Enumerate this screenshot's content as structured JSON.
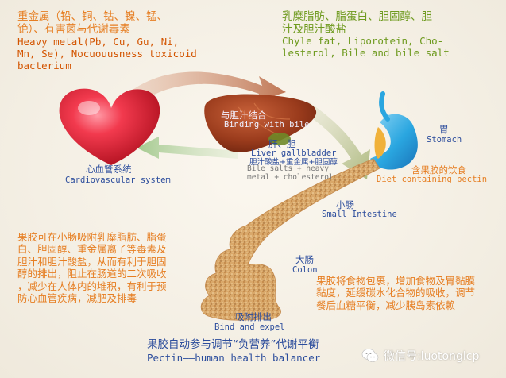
{
  "top_left": {
    "zh": "重金属（铅、铜、钴、镍、锰、\n铯）、有害菌与代谢毒素",
    "en": "Heavy metal(Pb, Cu, Gu, Ni,\nMn, Se), Nocuouusness toxicoid\nbacterium"
  },
  "top_right": {
    "zh": "乳糜脂肪、脂蛋白、胆固醇、胆\n汁及胆汁酸盐",
    "en": "Chyle fat, Liporotein, Cho-\nlesterol, Bile and bile salt"
  },
  "heart": {
    "zh": "心血管系统",
    "en": "Cardiovascular system"
  },
  "liver": {
    "zh": "与胆汁结合",
    "en": "Binding with bile",
    "gallbladder_zh": "肝、胆",
    "gallbladder_en": "Liver gallbladder",
    "detail_zh": "胆汁酸盐+重金属+胆固醇",
    "detail_en": "Bile salts + heavy\nmetal + cholesterol"
  },
  "stomach": {
    "zh": "胃",
    "en": "Stomach",
    "diet_zh": "含果胶的饮食",
    "diet_en": "Diet containing pectin"
  },
  "small_intestine": {
    "zh": "小肠",
    "en": "Small Intestine"
  },
  "colon": {
    "zh": "大肠",
    "en": "Colon"
  },
  "left_desc": "果胶可在小肠吸附乳糜脂肪、脂蛋\n白、胆固醇、重金属离子等毒素及\n胆汁和胆汁酸盐，从而有利于胆固\n醇的排出，阻止在肠道的二次吸收\n，减少在人体内的堆积，有利于预\n防心血管疾病，减肥及排毒",
  "right_desc": "果胶将食物包裹，增加食物及胃黏膜\n黏度，延缓碳水化合物的吸收，调节\n餐后血糖平衡，减少胰岛素依赖",
  "bind": {
    "zh": "吸附排出",
    "en": "Bind and expel"
  },
  "bottom": {
    "zh": "果胶自动参与调节“负营养”代谢平衡",
    "en": "Pectin——human health balancer"
  },
  "watermark": {
    "text": "微信号:luotonglcp",
    "icon": "wechat-icon"
  },
  "colors": {
    "orange_text": "#e67e22",
    "green_text": "#6e9a1e",
    "blue_label": "#2b4c9c",
    "heart_red": "#e8233b",
    "liver_brown": "#9a3b1c",
    "stomach_blue": "#2aa6e0",
    "intestine_tan": "#d9a86a"
  }
}
